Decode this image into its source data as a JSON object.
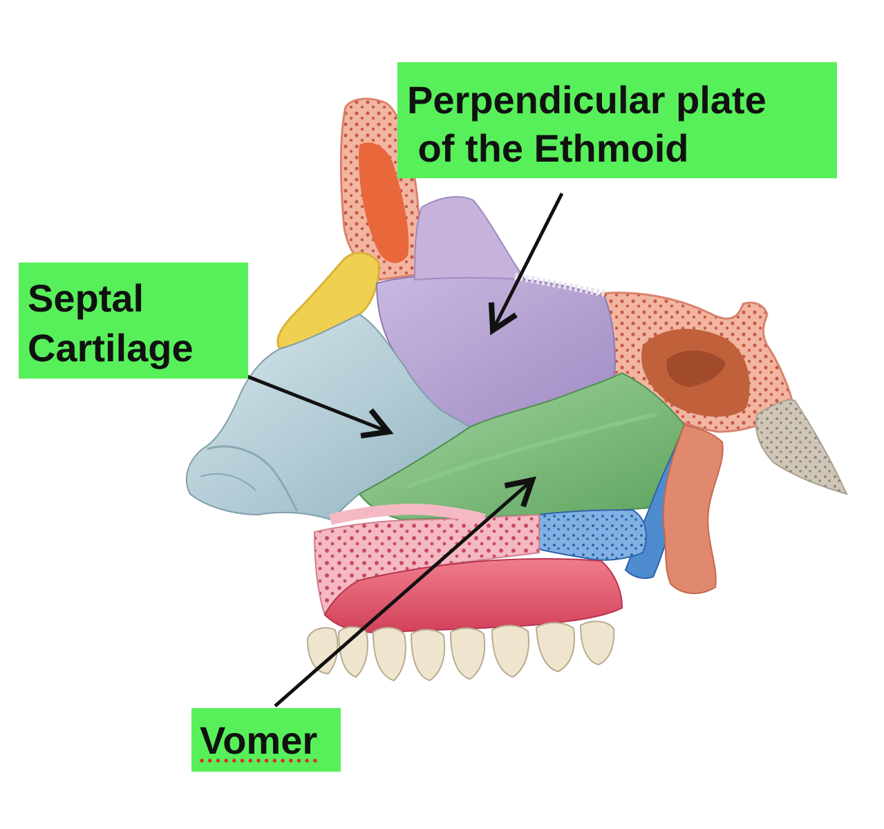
{
  "labels": {
    "ethmoid": {
      "line1": "Perpendicular plate",
      "line2": " of the Ethmoid"
    },
    "septal": {
      "line1": "Septal",
      "line2": "Cartilage"
    },
    "vomer": {
      "text": "Vomer"
    }
  },
  "colors": {
    "label_background": "#57f05a",
    "septal_cartilage": "#b9d2da",
    "perpendicular_plate": "#b9a5d2",
    "vomer": "#7fc27d",
    "nasal_bone": "#f0d050",
    "frontal_bone": "#f1a78c",
    "sphenoid": "#e0896e",
    "palatine": "#4f8ccf",
    "maxilla": "#f2a8b4",
    "gum": "#e45a6e",
    "teeth": "#efe5cf",
    "arrow": "#111111"
  }
}
